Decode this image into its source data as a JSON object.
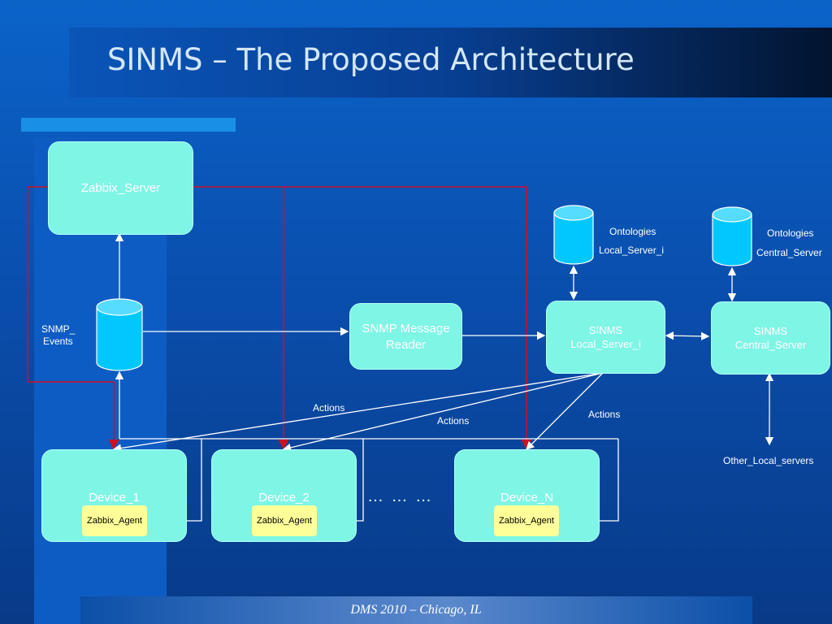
{
  "slide": {
    "title": "SINMS – The Proposed Architecture",
    "footer": "DMS 2010 – Chicago, IL"
  },
  "nodes": {
    "zabbix_server": "Zabbix_Server",
    "snmp_message_reader_line1": "SNMP Message",
    "snmp_message_reader_line2": "Reader",
    "sinms_local_line1": "SINMS",
    "sinms_local_line2": "Local_Server_i",
    "sinms_central_line1": "SINMS",
    "sinms_central_line2": "Central_Server",
    "device_1": "Device_1",
    "device_2": "Device_2",
    "device_n": "Device_N",
    "zabbix_agent": "Zabbix_Agent",
    "ellipsis": "… … …"
  },
  "labels": {
    "snmp_events_line1": "SNMP_",
    "snmp_events_line2": "Events",
    "ontologies_local_line1": "Ontologies",
    "ontologies_local_line2": "Local_Server_i",
    "ontologies_central_line1": "Ontologies",
    "ontologies_central_line2": "Central_Server",
    "actions_1": "Actions",
    "actions_2": "Actions",
    "actions_3": "Actions",
    "other_local_servers": "Other_Local_servers"
  },
  "colors": {
    "box_fill": "#7ff5e6",
    "agent_fill": "#ffff99",
    "db_fill": "#00c8ff",
    "red_link": "#cc1122",
    "white_link": "#ffffff"
  }
}
